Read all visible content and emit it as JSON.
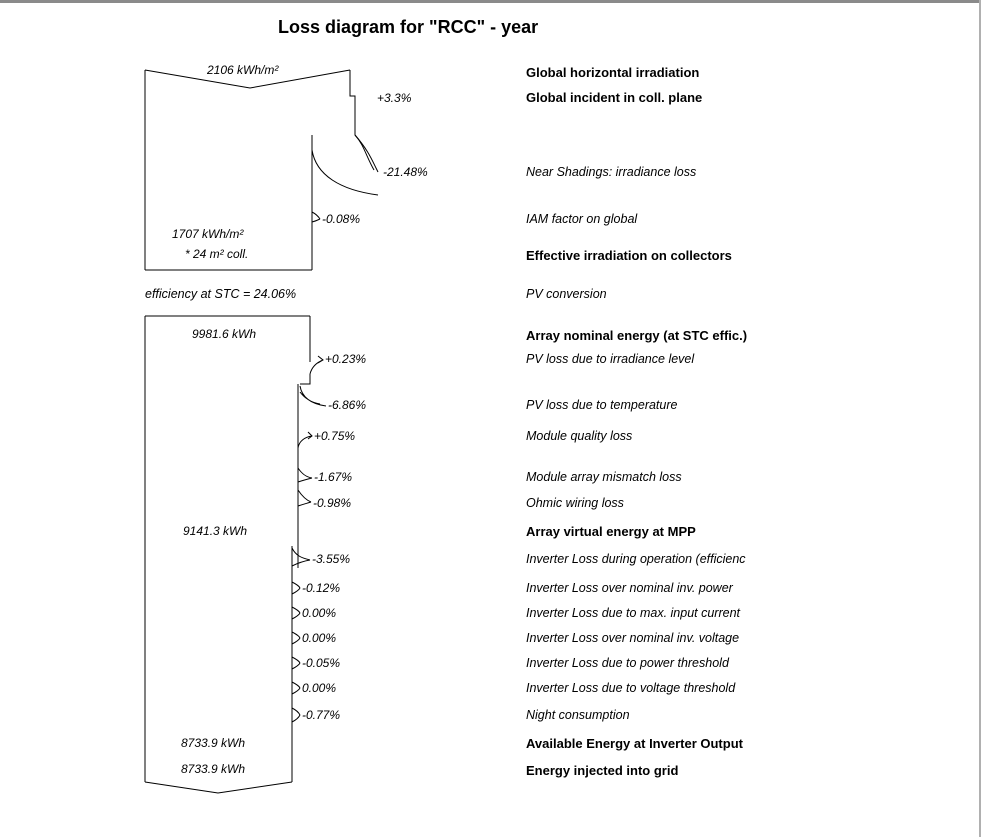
{
  "title": "Loss diagram for \"RCC\"  -  year",
  "top_section": {
    "ghi_value": "2106 kWh/m²",
    "effective_value": "1707  kWh/m²",
    "collector_area": "* 24 m² coll.",
    "steps": [
      {
        "pct": "+3.3%",
        "label": "Global incident in coll. plane",
        "bold": true
      },
      {
        "pct": "-21.48%",
        "label": "Near Shadings: irradiance loss",
        "bold": false
      },
      {
        "pct": "-0.08%",
        "label": "IAM factor on global",
        "bold": false
      }
    ],
    "labels": {
      "ghi": "Global horizontal irradiation",
      "effective": "Effective irradiation on collectors"
    }
  },
  "conversion": {
    "efficiency": "efficiency at STC = 24.06%",
    "label": "PV conversion"
  },
  "bottom_section": {
    "nominal_value": "9981.6 kWh",
    "mpp_value": "9141.3 kWh",
    "available_value": "8733.9 kWh",
    "injected_value": "8733.9 kWh",
    "labels": {
      "nominal": "Array nominal energy (at STC effic.)",
      "mpp": "Array virtual energy at MPP",
      "available": "Available Energy at Inverter Output",
      "injected": "Energy injected into grid"
    },
    "array_steps": [
      {
        "pct": "+0.23%",
        "label": "PV loss due to irradiance level"
      },
      {
        "pct": "-6.86%",
        "label": "PV loss due to temperature"
      },
      {
        "pct": "+0.75%",
        "label": "Module quality loss"
      },
      {
        "pct": "-1.67%",
        "label": "Module array mismatch loss"
      },
      {
        "pct": "-0.98%",
        "label": "Ohmic wiring loss"
      }
    ],
    "inverter_steps": [
      {
        "pct": "-3.55%",
        "label": "Inverter Loss during operation (efficienc"
      },
      {
        "pct": "-0.12%",
        "label": "Inverter Loss over nominal inv. power"
      },
      {
        "pct": "0.00%",
        "label": "Inverter Loss due to max. input current"
      },
      {
        "pct": "0.00%",
        "label": "Inverter Loss over nominal inv. voltage"
      },
      {
        "pct": "-0.05%",
        "label": "Inverter Loss due to power threshold"
      },
      {
        "pct": "0.00%",
        "label": "Inverter Loss due to voltage threshold"
      },
      {
        "pct": "-0.77%",
        "label": "Night consumption"
      }
    ]
  }
}
